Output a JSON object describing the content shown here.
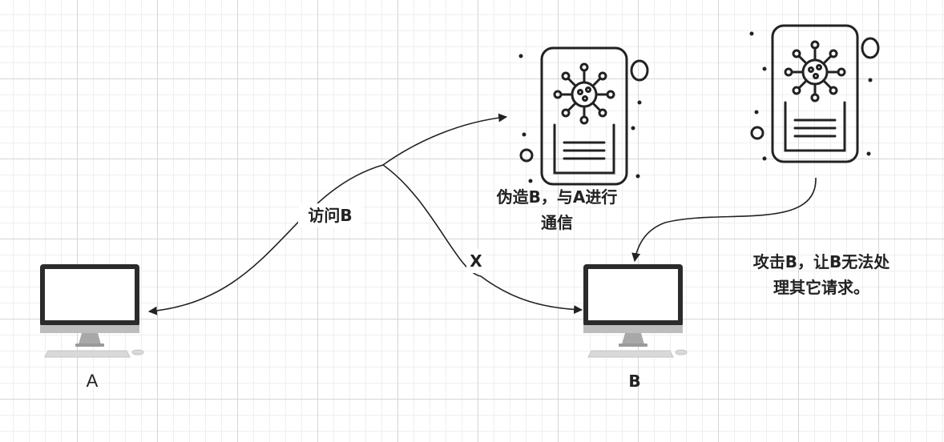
{
  "nodes": {
    "computer_a": {
      "label": "A"
    },
    "computer_b": {
      "label": "B"
    }
  },
  "edges": {
    "visit_b": {
      "label": "访问B"
    },
    "blocked": {
      "label": "X"
    }
  },
  "annotations": {
    "forge_line1": "伪造B，与A进行",
    "forge_line2": "通信",
    "attack_line1": "攻击B，让B无法处",
    "attack_line2": "理其它请求。"
  },
  "colors": {
    "stroke": "#222222",
    "screen_frame": "#2b2b2b",
    "stand": "#aaaaaa",
    "keyboard": "#cfcfcf"
  },
  "icons": [
    "desktop-computer-icon",
    "virus-phone-icon"
  ]
}
